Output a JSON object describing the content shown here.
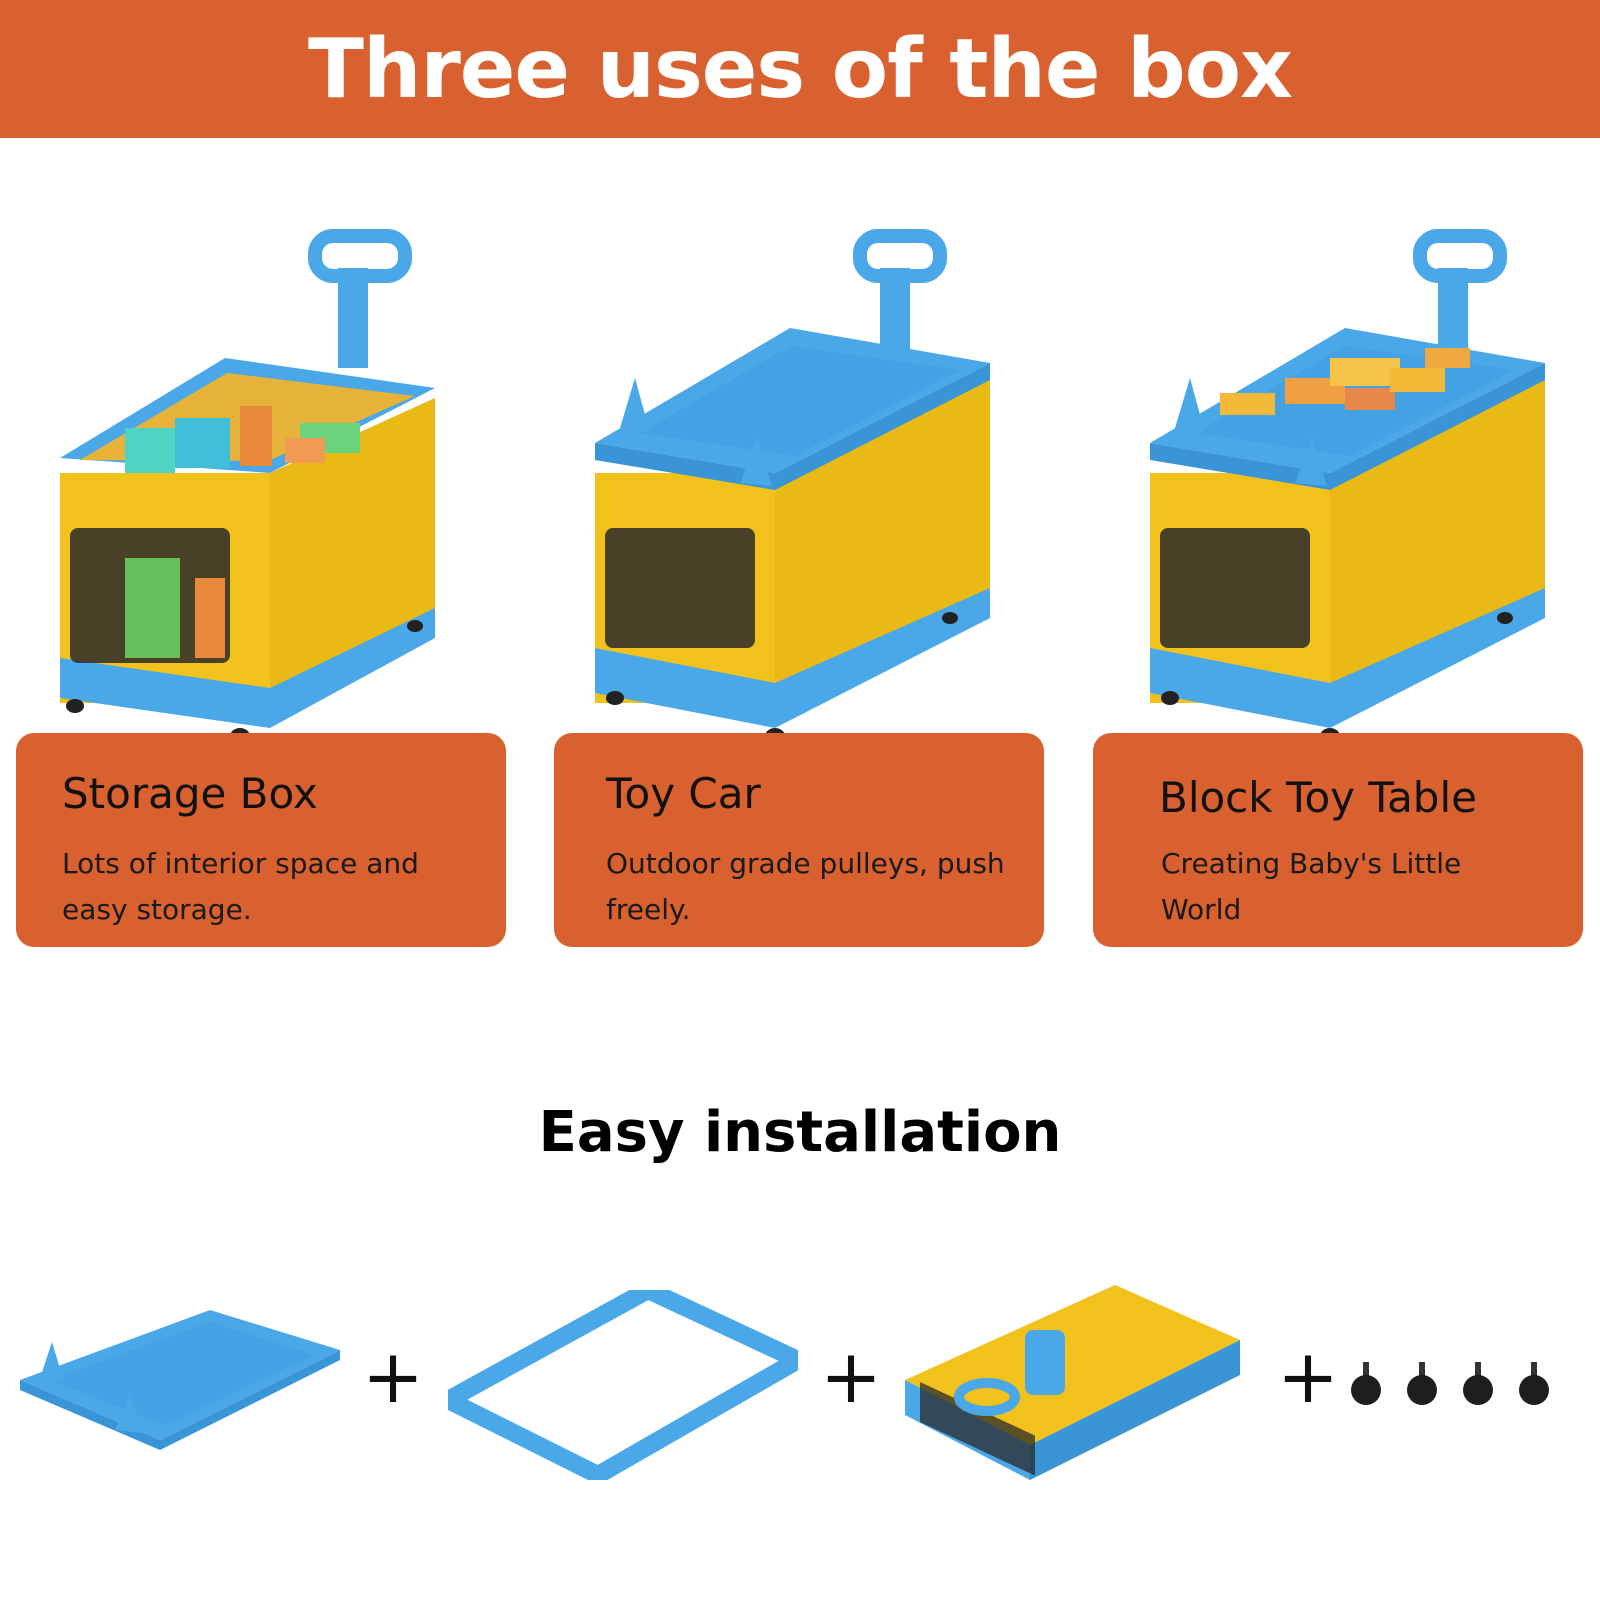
{
  "banner": {
    "title": "Three uses of the box"
  },
  "uses": [
    {
      "title": "Storage Box",
      "description": "Lots of interior space and easy storage."
    },
    {
      "title": "Toy Car",
      "description": "Outdoor grade pulleys, push freely."
    },
    {
      "title": "Block Toy Table",
      "description": "Creating Baby's Little World"
    }
  ],
  "installation": {
    "title": "Easy installation",
    "plus_sign": "+"
  },
  "colors": {
    "accent": "#d9612f",
    "box_blue": "#4aa8e8",
    "box_yellow": "#f2c21c"
  }
}
